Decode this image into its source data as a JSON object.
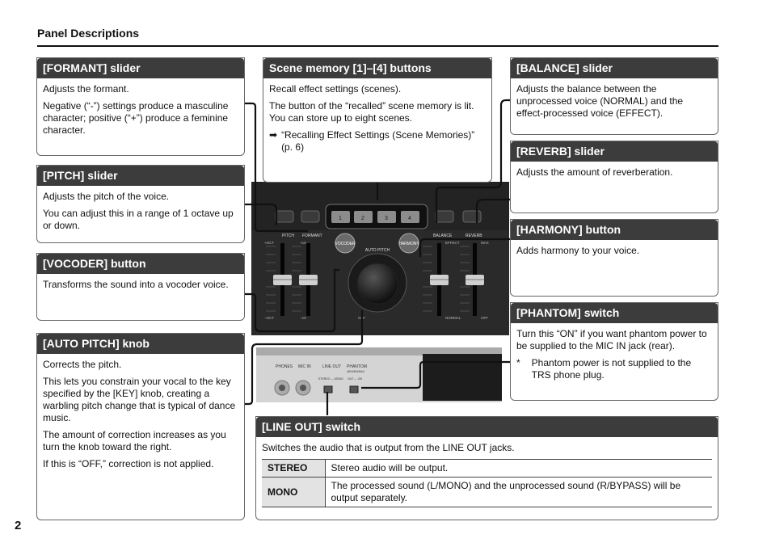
{
  "page": {
    "title": "Panel Descriptions",
    "number": "2"
  },
  "formant": {
    "title": "[FORMANT] slider",
    "p1": "Adjusts the formant.",
    "p2": "Negative (“-”) settings produce a masculine character; positive (“+”) produce a feminine character."
  },
  "pitch": {
    "title": "[PITCH] slider",
    "p1": "Adjusts the pitch of the voice.",
    "p2": "You can adjust this in a range of 1 octave up or down."
  },
  "vocoder": {
    "title": "[VOCODER] button",
    "p1": "Transforms the sound into a vocoder voice."
  },
  "autopitch": {
    "title": "[AUTO PITCH] knob",
    "p1": "Corrects the pitch.",
    "p2": "This lets you constrain your vocal to the key specified by the [KEY] knob, creating a warbling pitch change that is typical of dance music.",
    "p3": "The amount of correction increases as you turn the knob toward the right.",
    "p4": "If this is “OFF,” correction is not applied."
  },
  "scene": {
    "title": "Scene memory [1]–[4] buttons",
    "p1": "Recall effect settings (scenes).",
    "p2": "The button of the “recalled” scene memory is lit. You can store up to eight scenes.",
    "ref_arrow": "➡",
    "ref": "“Recalling Effect Settings (Scene Memories)” (p. 6)"
  },
  "balance": {
    "title": "[BALANCE] slider",
    "p1": "Adjusts the balance between the unprocessed voice (NORMAL) and the effect-processed voice (EFFECT)."
  },
  "reverb": {
    "title": "[REVERB] slider",
    "p1": "Adjusts the amount of reverberation."
  },
  "harmony": {
    "title": "[HARMONY] button",
    "p1": "Adds harmony to your voice."
  },
  "phantom": {
    "title": "[PHANTOM] switch",
    "p1": "Turn this “ON” if you want phantom power to be supplied to the MIC IN jack (rear).",
    "note_mark": "*",
    "note": "Phantom power is not supplied to the TRS phone plug."
  },
  "lineout": {
    "title": "[LINE OUT] switch",
    "p1": "Switches the audio that is output from the LINE OUT jacks.",
    "rows": [
      {
        "key": "STEREO",
        "value": "Stereo audio will be output."
      },
      {
        "key": "MONO",
        "value": "The processed sound (L/MONO) and the unprocessed sound (R/BYPASS) will be output separately."
      }
    ]
  },
  "panel": {
    "scene_buttons": [
      "1",
      "2",
      "3",
      "4"
    ],
    "pitch_label": "PITCH",
    "formant_label": "FORMANT",
    "pitch_top": "+OCT",
    "pitch_bottom": "−OCT",
    "formant_top": "+10",
    "formant_bottom": "−10",
    "vocoder_label": "VOCODER",
    "harmony_label": "HARMONY",
    "autopitch_label": "AUTO PITCH",
    "off_label": "OFF",
    "balance_label": "BALANCE",
    "reverb_label": "REVERB",
    "balance_top": "EFFECT",
    "balance_bottom": "NORMAL",
    "reverb_top": "MAX",
    "reverb_bottom": "OFF",
    "rear_labels": [
      "PHONES",
      "MIC IN",
      "LINE OUT",
      "PHANTOM"
    ],
    "phantom_sub": "48V/MIN/MAX",
    "lineout_sw": "STEREO — MONO",
    "phantom_sw": "OUT — ON"
  }
}
